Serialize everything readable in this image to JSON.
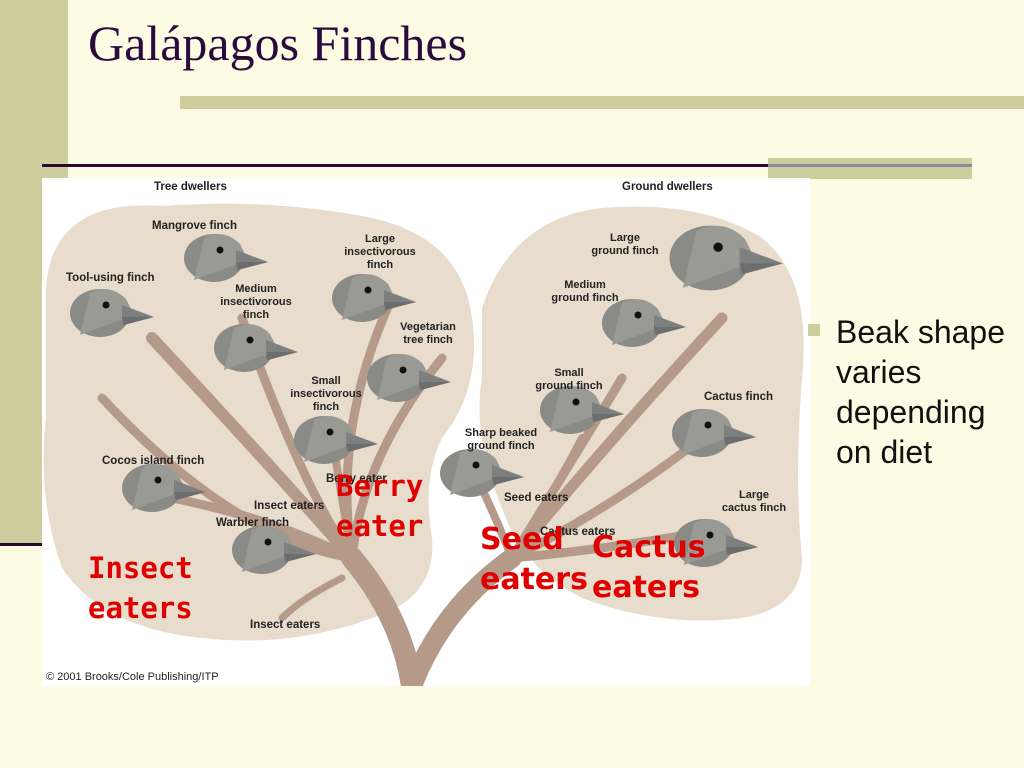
{
  "slide": {
    "title": "Galápagos Finches",
    "bullet": "Beak shape varies depending on diet"
  },
  "diagram": {
    "group_labels": {
      "tree": "Tree dwellers",
      "ground": "Ground dwellers"
    },
    "finches": {
      "mangrove": "Mangrove finch",
      "tool_using": "Tool-using finch",
      "large_insectivorous": "Large insectivorous finch",
      "medium_insectivorous": "Medium insectivorous finch",
      "vegetarian": "Vegetarian tree finch",
      "small_insectivorous": "Small insectivorous finch",
      "cocos_island": "Cocos island finch",
      "warbler": "Warbler finch",
      "large_ground": "Large ground finch",
      "medium_ground": "Medium ground finch",
      "small_ground": "Small ground finch",
      "sharp_beaked": "Sharp beaked ground finch",
      "cactus": "Cactus finch",
      "large_cactus": "Large cactus finch"
    },
    "diet_labels": {
      "insect_eaters_1": "Insect eaters",
      "insect_eaters_2": "Insect eaters",
      "berry_eater": "Berry eater",
      "seed_eaters": "Seed eaters",
      "cactus_eaters": "Cactus eaters"
    },
    "copyright": "© 2001 Brooks/Cole Publishing/ITP"
  },
  "overlay": {
    "insect": "Insect eaters",
    "berry": "Berry eater",
    "seed": "Seed eaters",
    "cactus": "Cactus eaters"
  },
  "colors": {
    "background": "#fdfbe4",
    "accent_band": "#cfcd9d",
    "title": "#2b0a3e",
    "red_label": "#e00000",
    "tree_blob": "#e8dccc",
    "branch": "#b59a8a"
  }
}
